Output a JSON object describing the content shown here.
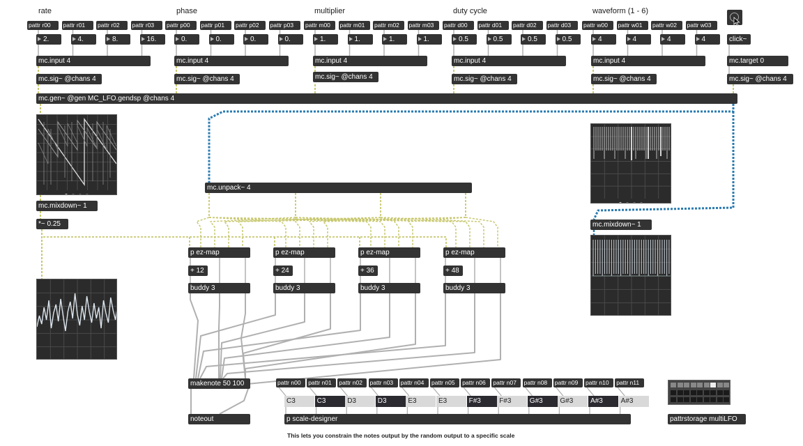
{
  "sections": {
    "rate": "rate",
    "phase": "phase",
    "multiplier": "multiplier",
    "duty_cycle": "duty cycle",
    "waveform": "waveform (1 - 6)"
  },
  "groups": [
    {
      "key": "rate",
      "pattrs": [
        "pattr r00",
        "pattr r01",
        "pattr r02",
        "pattr r03"
      ],
      "values": [
        "2.",
        "4.",
        "8.",
        "16."
      ],
      "input": "mc.input 4",
      "sig": "mc.sig~ @chans 4"
    },
    {
      "key": "phase",
      "pattrs": [
        "pattr p00",
        "pattr p01",
        "pattr p02",
        "pattr p03"
      ],
      "values": [
        "0.",
        "0.",
        "0.",
        "0."
      ],
      "input": "mc.input 4",
      "sig": "mc.sig~ @chans 4"
    },
    {
      "key": "multiplier",
      "pattrs": [
        "pattr m00",
        "pattr m01",
        "pattr m02",
        "pattr m03"
      ],
      "values": [
        "1.",
        "1.",
        "1.",
        "1."
      ],
      "input": "mc.input 4",
      "sig": "mc.sig~ @chans 4"
    },
    {
      "key": "duty",
      "pattrs": [
        "pattr d00",
        "pattr d01",
        "pattr d02",
        "pattr d03"
      ],
      "values": [
        "0.5",
        "0.5",
        "0.5",
        "0.5"
      ],
      "input": "mc.input 4",
      "sig": "mc.sig~ @chans 4"
    },
    {
      "key": "waveform",
      "pattrs": [
        "pattr w00",
        "pattr w01",
        "pattr w02",
        "pattr w03"
      ],
      "values": [
        "4",
        "4",
        "4",
        "4"
      ],
      "input": "mc.input 4",
      "sig": "mc.sig~ @chans 4"
    }
  ],
  "trigger": {
    "click": "click~",
    "target": "mc.target 0",
    "sig": "mc.sig~ @chans 4"
  },
  "objects": {
    "gen": "mc.gen~ @gen MC_LFO.gendsp @chans 4",
    "unpack": "mc.unpack~ 4",
    "mixdown_left": "mc.mixdown~ 1",
    "mixdown_right": "mc.mixdown~ 1",
    "scale": "*~ 0.25",
    "ezmap": [
      "p ez-map",
      "p ez-map",
      "p ez-map",
      "p ez-map"
    ],
    "offsets": [
      "+ 12",
      "+ 24",
      "+ 36",
      "+ 48"
    ],
    "buddy": [
      "buddy 3",
      "buddy 3",
      "buddy 3",
      "buddy 3"
    ],
    "makenote": "makenote 50 100",
    "noteout": "noteout",
    "scale_designer": "p scale-designer",
    "pattrstorage": "pattrstorage multiLFO"
  },
  "notes": {
    "pattrs": [
      "pattr n00",
      "pattr n01",
      "pattr n02",
      "pattr n03",
      "pattr n04",
      "pattr n05",
      "pattr n06",
      "pattr n07",
      "pattr n08",
      "pattr n09",
      "pattr n10",
      "pattr n11"
    ],
    "keys": [
      {
        "label": "C3",
        "selected": false
      },
      {
        "label": "C3",
        "selected": true
      },
      {
        "label": "D3",
        "selected": false
      },
      {
        "label": "D3",
        "selected": true
      },
      {
        "label": "E3",
        "selected": false
      },
      {
        "label": "E3",
        "selected": false
      },
      {
        "label": "F#3",
        "selected": true
      },
      {
        "label": "F#3",
        "selected": false
      },
      {
        "label": "G#3",
        "selected": true
      },
      {
        "label": "G#3",
        "selected": false
      },
      {
        "label": "A#3",
        "selected": true
      },
      {
        "label": "A#3",
        "selected": false
      }
    ]
  },
  "caption": "This lets you constrain the notes output by the random output to a specific scale",
  "colors": {
    "object": "#333333",
    "wire": "#b0b0b0",
    "signal_wire": "#c8c870",
    "mc_wire": "#2a7bb0",
    "background": "#ffffff"
  }
}
